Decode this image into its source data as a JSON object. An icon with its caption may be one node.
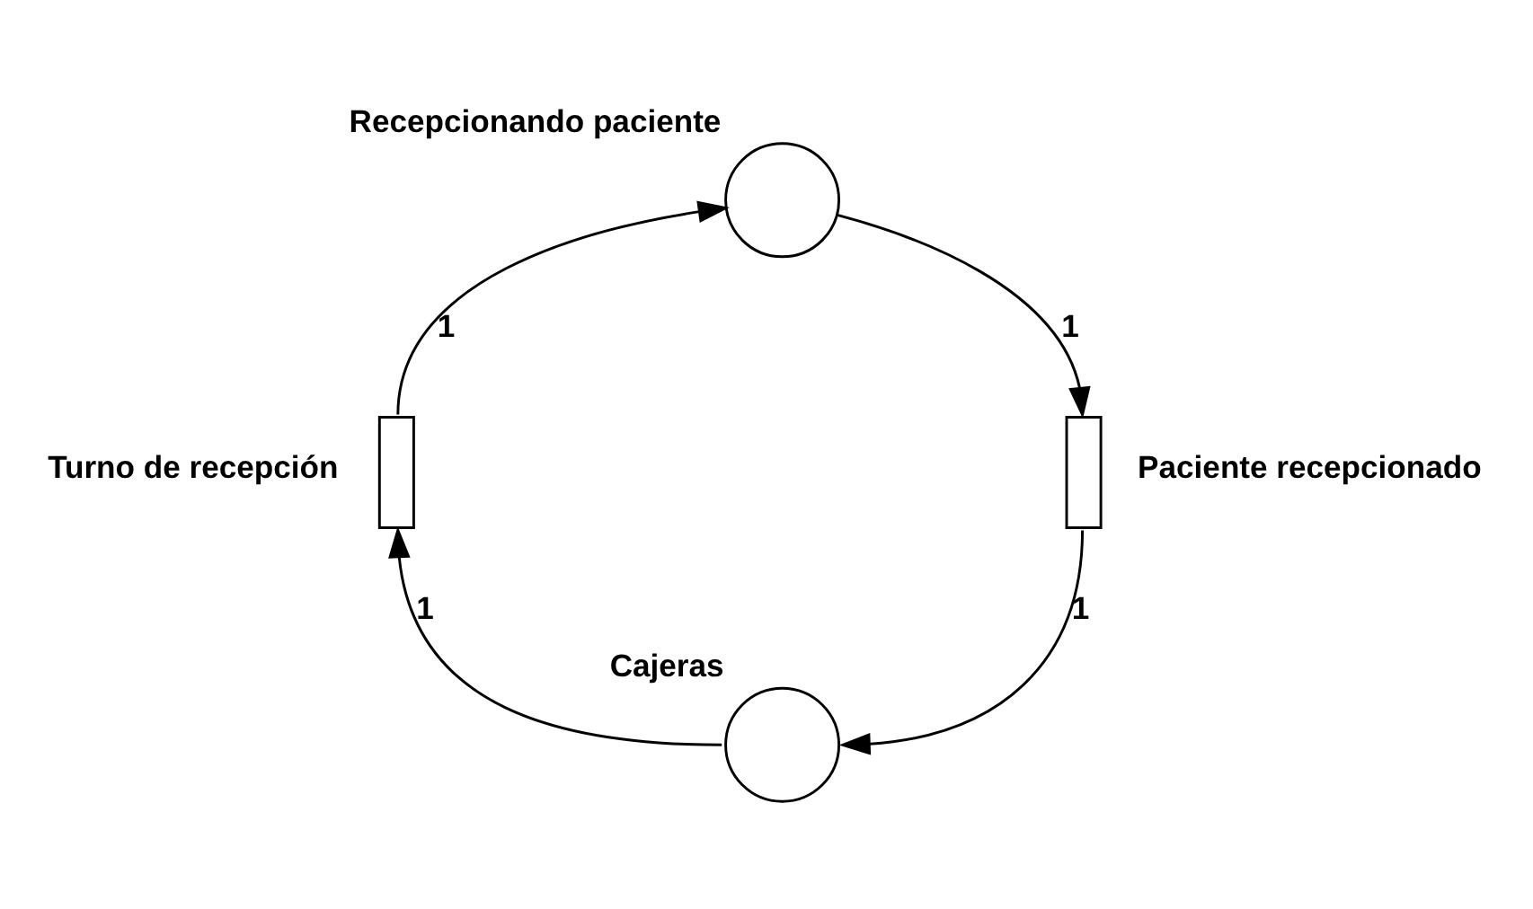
{
  "diagram": {
    "nodes": [
      {
        "text": [
          "Recepcionando paciente"
        ]
      },
      {
        "text": [
          "Turno de recepción"
        ]
      },
      {
        "text": [
          "Paciente recepcionado"
        ]
      },
      {
        "text": [
          "Cajeras"
        ]
      }
    ],
    "edges": [
      {
        "from": 1,
        "to": 0,
        "arrow": "to",
        "label": "1"
      },
      {
        "from": 0,
        "to": 2,
        "arrow": "to",
        "label": "1"
      },
      {
        "from": 2,
        "to": 3,
        "arrow": "to",
        "label": "1"
      },
      {
        "from": 3,
        "to": 1,
        "arrow": "to",
        "label": "1"
      }
    ]
  }
}
